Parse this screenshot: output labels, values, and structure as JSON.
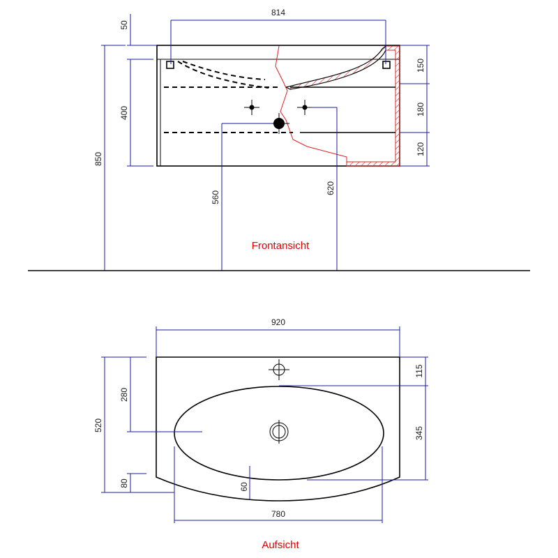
{
  "views": {
    "front": {
      "title": "Frontansicht"
    },
    "top": {
      "title": "Aufsicht"
    }
  },
  "front_dimensions": {
    "width_814": "814",
    "top_50": "50",
    "height_400": "400",
    "total_850": "850",
    "h_560": "560",
    "h_620": "620",
    "r_150": "150",
    "r_180": "180",
    "r_120": "120"
  },
  "top_dimensions": {
    "width_920": "920",
    "left_280": "280",
    "left_520": "520",
    "left_80": "80",
    "r_115": "115",
    "r_345": "345",
    "bottom_60": "60",
    "bottom_780": "780"
  },
  "colors": {
    "dimension_lines": "#1a1aa6",
    "view_titles": "#e00000",
    "section_hatch": "#e02020",
    "outline": "#000000"
  }
}
